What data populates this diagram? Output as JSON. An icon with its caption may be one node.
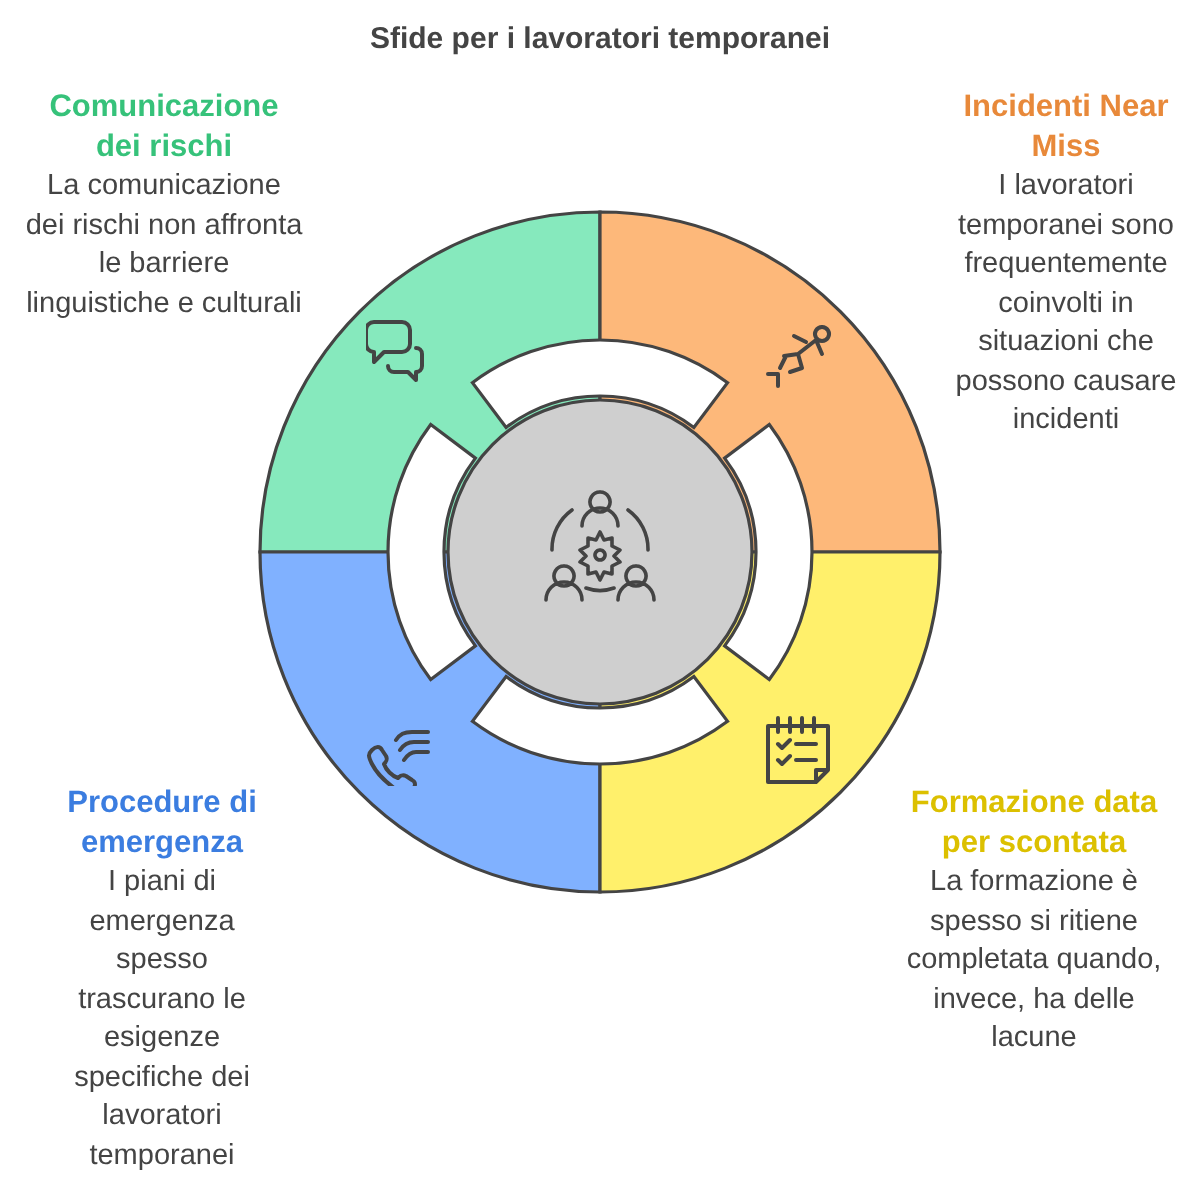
{
  "diagram": {
    "title": "Sfide per i lavoratori temporanei",
    "nodes": [
      {
        "text": [
          "Comunicazione dei rischi",
          "La comunicazione dei rischi non affronta le barriere linguistiche e culturali"
        ]
      },
      {
        "text": [
          "Incidenti Near Miss",
          "I lavoratori temporanei sono frequentemente coinvolti in situazioni che possono causare incidenti"
        ]
      },
      {
        "text": [
          "Procedure di emergenza",
          "I piani di emergenza spesso trascurano le esigenze specifiche dei lavoratori temporanei"
        ]
      },
      {
        "text": [
          "Formazione data per scontata",
          "La formazione è spesso si ritiene completata quando, invece, ha delle lacune"
        ]
      }
    ]
  }
}
